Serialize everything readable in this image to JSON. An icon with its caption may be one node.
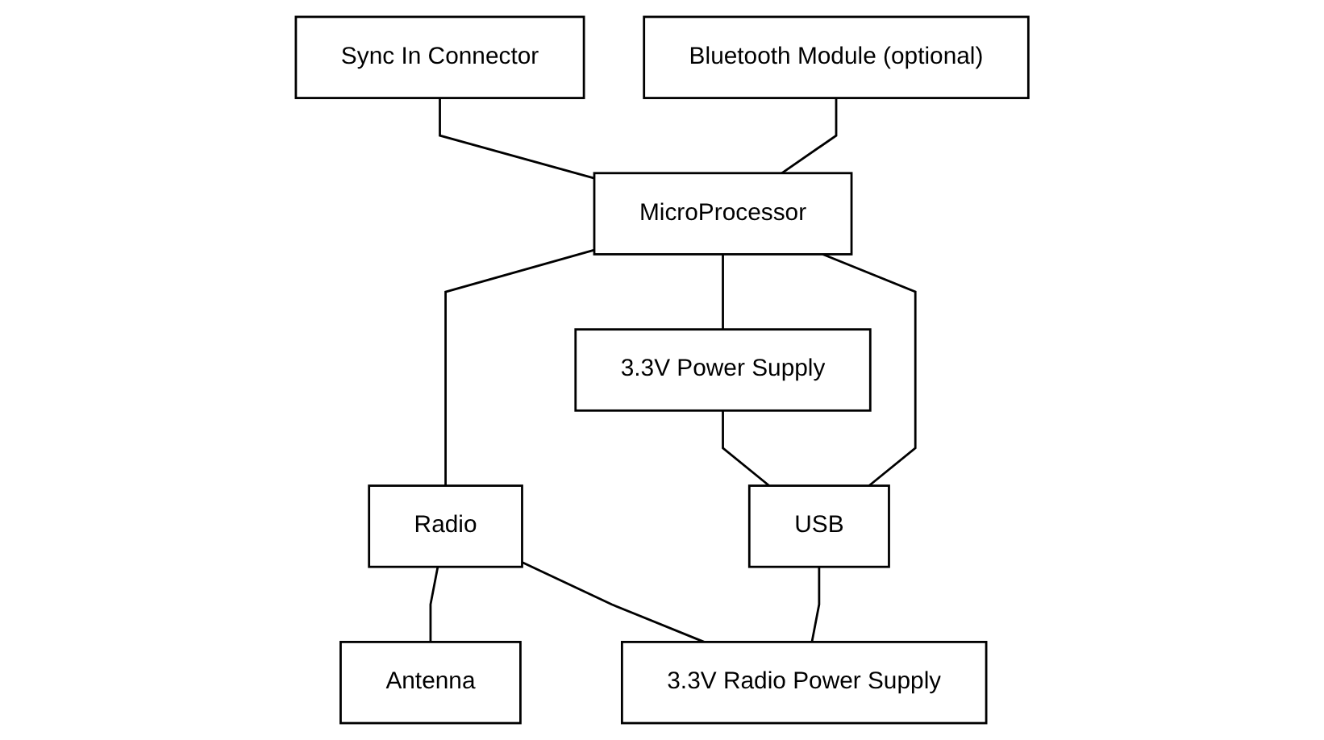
{
  "diagram": {
    "nodes": [
      {
        "text": [
          "Sync In Connector"
        ]
      },
      {
        "text": [
          "Bluetooth Module (optional)"
        ]
      },
      {
        "text": [
          "MicroProcessor"
        ]
      },
      {
        "text": [
          "Radio"
        ]
      },
      {
        "text": [
          "Antenna"
        ]
      },
      {
        "text": [
          "3.3V Power Supply"
        ]
      },
      {
        "text": [
          "USB"
        ]
      },
      {
        "text": [
          "3.3V Radio Power Supply"
        ]
      }
    ],
    "edges": [
      {
        "from": 0,
        "to": 2,
        "arrow": "none"
      },
      {
        "from": 1,
        "to": 2,
        "arrow": "none"
      },
      {
        "from": 2,
        "to": 3,
        "arrow": "none"
      },
      {
        "from": 3,
        "to": 4,
        "arrow": "none"
      },
      {
        "from": 2,
        "to": 5,
        "arrow": "none"
      },
      {
        "from": 2,
        "to": 6,
        "arrow": "none"
      },
      {
        "from": 5,
        "to": 6,
        "arrow": "none"
      },
      {
        "from": 6,
        "to": 7,
        "arrow": "none"
      },
      {
        "from": 3,
        "to": 7,
        "arrow": "none"
      }
    ]
  }
}
